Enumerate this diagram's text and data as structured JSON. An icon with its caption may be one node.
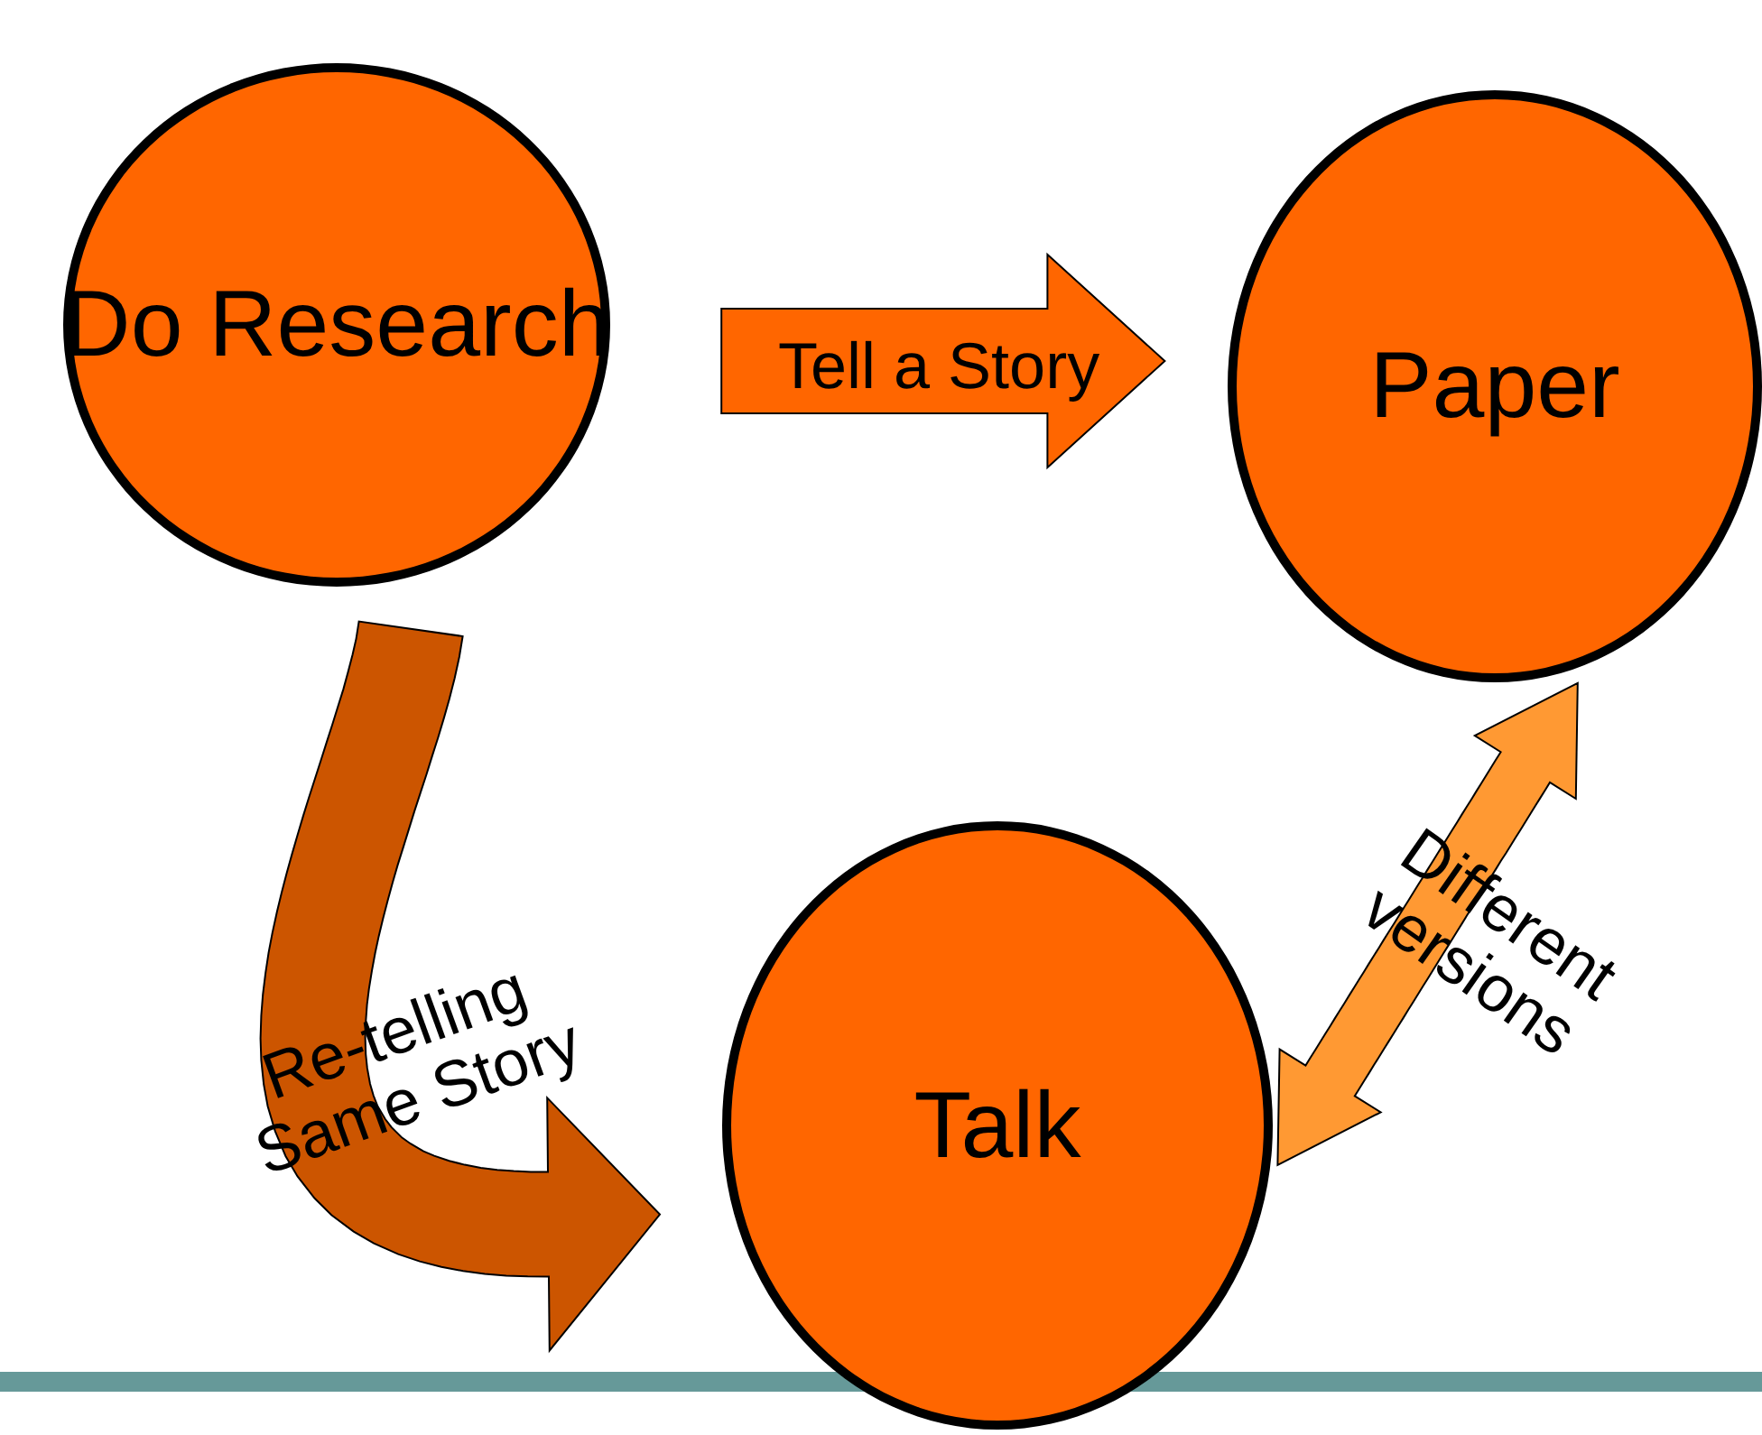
{
  "diagram": {
    "nodes": [
      {
        "text": [
          "Do Research"
        ]
      },
      {
        "text": [
          "Paper"
        ]
      },
      {
        "text": [
          "Talk"
        ]
      }
    ],
    "edges": [
      {
        "from": 0,
        "to": 1,
        "arrow": "to",
        "label": "Tell a Story",
        "color": "#ff6600"
      },
      {
        "from": 0,
        "to": 2,
        "arrow": "to",
        "label": "Re-telling Same Story",
        "color": "#cc5500"
      },
      {
        "from": 1,
        "to": 2,
        "arrow": "both",
        "label": "Different versions",
        "color": "#ff9933"
      }
    ]
  }
}
